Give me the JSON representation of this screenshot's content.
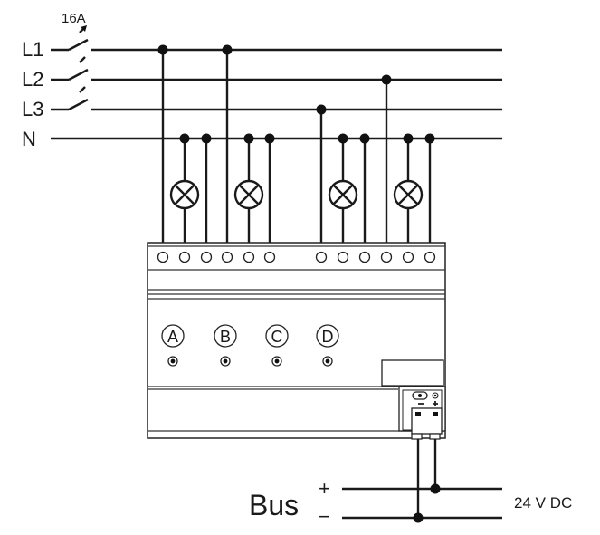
{
  "breaker_rating": "16A",
  "phases": [
    {
      "label": "L1"
    },
    {
      "label": "L2"
    },
    {
      "label": "L3"
    },
    {
      "label": "N"
    }
  ],
  "channels": [
    {
      "label": "A"
    },
    {
      "label": "B"
    },
    {
      "label": "C"
    },
    {
      "label": "D"
    }
  ],
  "bus": {
    "label": "Bus",
    "plus": "+",
    "minus": "−",
    "voltage": "24 V DC"
  }
}
